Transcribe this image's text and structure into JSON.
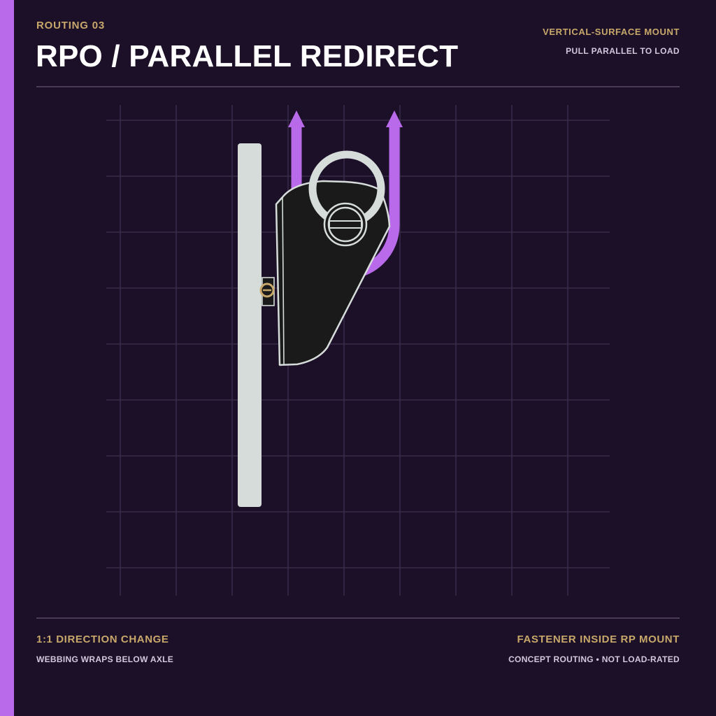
{
  "header": {
    "eyebrow": "ROUTING 03",
    "title": "RPO / PARALLEL REDIRECT",
    "top_right_primary": "VERTICAL-SURFACE MOUNT",
    "top_right_secondary": "PULL PARALLEL TO LOAD"
  },
  "footer": {
    "left_primary": "1:1 DIRECTION CHANGE",
    "left_secondary": "WEBBING WRAPS BELOW AXLE",
    "right_primary": "FASTENER INSIDE RP MOUNT",
    "right_secondary": "CONCEPT ROUTING • NOT LOAD-RATED"
  },
  "diagram": {
    "components": [
      {
        "name": "vertical-surface",
        "icon": "mounting-plate"
      },
      {
        "name": "rp-mount",
        "icon": "mount-body"
      },
      {
        "name": "ring",
        "icon": "o-ring"
      },
      {
        "name": "axle",
        "icon": "slotted-screw"
      },
      {
        "name": "fastener",
        "icon": "screw-head"
      },
      {
        "name": "webbing",
        "icon": "u-path-arrows"
      }
    ]
  },
  "colors": {
    "background": "#1c1028",
    "accent": "#b86aea",
    "gold": "#c8a86a",
    "light_gray": "#d6dcda",
    "mount_fill": "#1a1a1a",
    "grid": "#3d3050",
    "subtext": "#d2c8dc",
    "title": "#ffffff"
  }
}
